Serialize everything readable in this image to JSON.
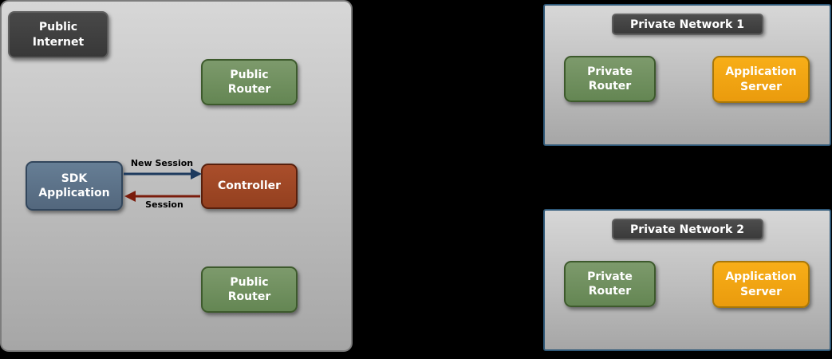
{
  "public_internet": {
    "title": "Public\nInternet",
    "public_router_top": "Public\nRouter",
    "sdk_application": "SDK\nApplication",
    "controller": "Controller",
    "arrow_new_session": "New Session",
    "arrow_session": "Session",
    "public_router_bottom": "Public\nRouter"
  },
  "private_network_1": {
    "title": "Private Network 1",
    "private_router": "Private\nRouter",
    "application_server": "Application\nServer"
  },
  "private_network_2": {
    "title": "Private Network 2",
    "private_router": "Private\nRouter",
    "application_server": "Application\nServer"
  },
  "colors": {
    "background": "#000000",
    "zone_fill": "#bdbdbd",
    "zone_border_gray": "#7d7d7d",
    "private_network_border": "#2e5878",
    "dark_label_fill": "#3e3e3e",
    "green_node_fill": "#6f8f5e",
    "blue_node_fill": "#5d7389",
    "red_node_fill": "#9e4527",
    "orange_node_fill": "#f2a513",
    "new_session_arrow": "#1d3a5e",
    "session_arrow": "#7a1c0c",
    "label_text": "#ffffff",
    "arrow_label_text": "#000000"
  }
}
